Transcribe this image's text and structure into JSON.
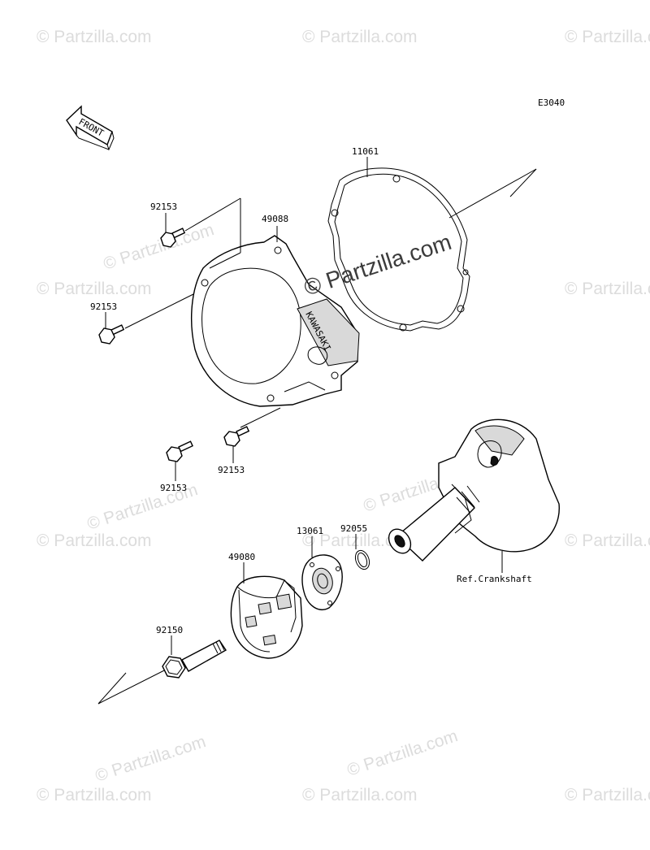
{
  "diagram": {
    "code": "E3040",
    "front_label": "FRONT",
    "brand_on_cover": "KAWASAKI",
    "callouts": {
      "gasket": "11061",
      "cover": "49088",
      "bolt_top": "92153",
      "bolt_left": "92153",
      "bolt_lower_left": "92153",
      "bolt_lower_right": "92153",
      "collar": "13061",
      "oring": "92055",
      "pulley": "49080",
      "center_bolt": "92150",
      "crankshaft_ref": "Ref.Crankshaft"
    }
  },
  "watermark": {
    "text": "© Partzilla.com",
    "center_text": "© Partzilla.com"
  }
}
